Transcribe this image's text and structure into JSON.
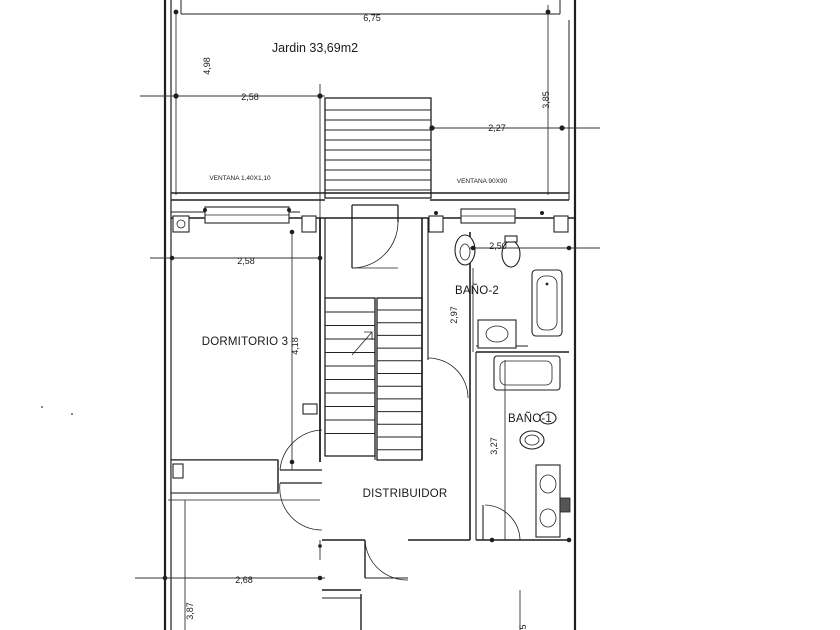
{
  "garden": {
    "width_label": "6,75",
    "title": "Jardin 33,69m2",
    "left_height": "4,98",
    "left_width": "2,58",
    "right_width": "2,27",
    "right_height": "3,85"
  },
  "windows": {
    "left": "VENTANA 1,40X1,10",
    "right": "VENTANA 90X90"
  },
  "rooms": {
    "bedroom3": {
      "name": "DORMITORIO 3",
      "width": "2,58",
      "height": "4,18"
    },
    "bath2": {
      "name": "BAÑO-2",
      "width": "2,50",
      "height": "2,97"
    },
    "bath1": {
      "name": "BAÑO-1",
      "height": "3,27"
    },
    "distributor": {
      "name": "DISTRIBUIDOR"
    },
    "bottom_left": {
      "width": "2,68",
      "height": "3,87"
    },
    "bottom_right": {
      "height": "5"
    }
  }
}
